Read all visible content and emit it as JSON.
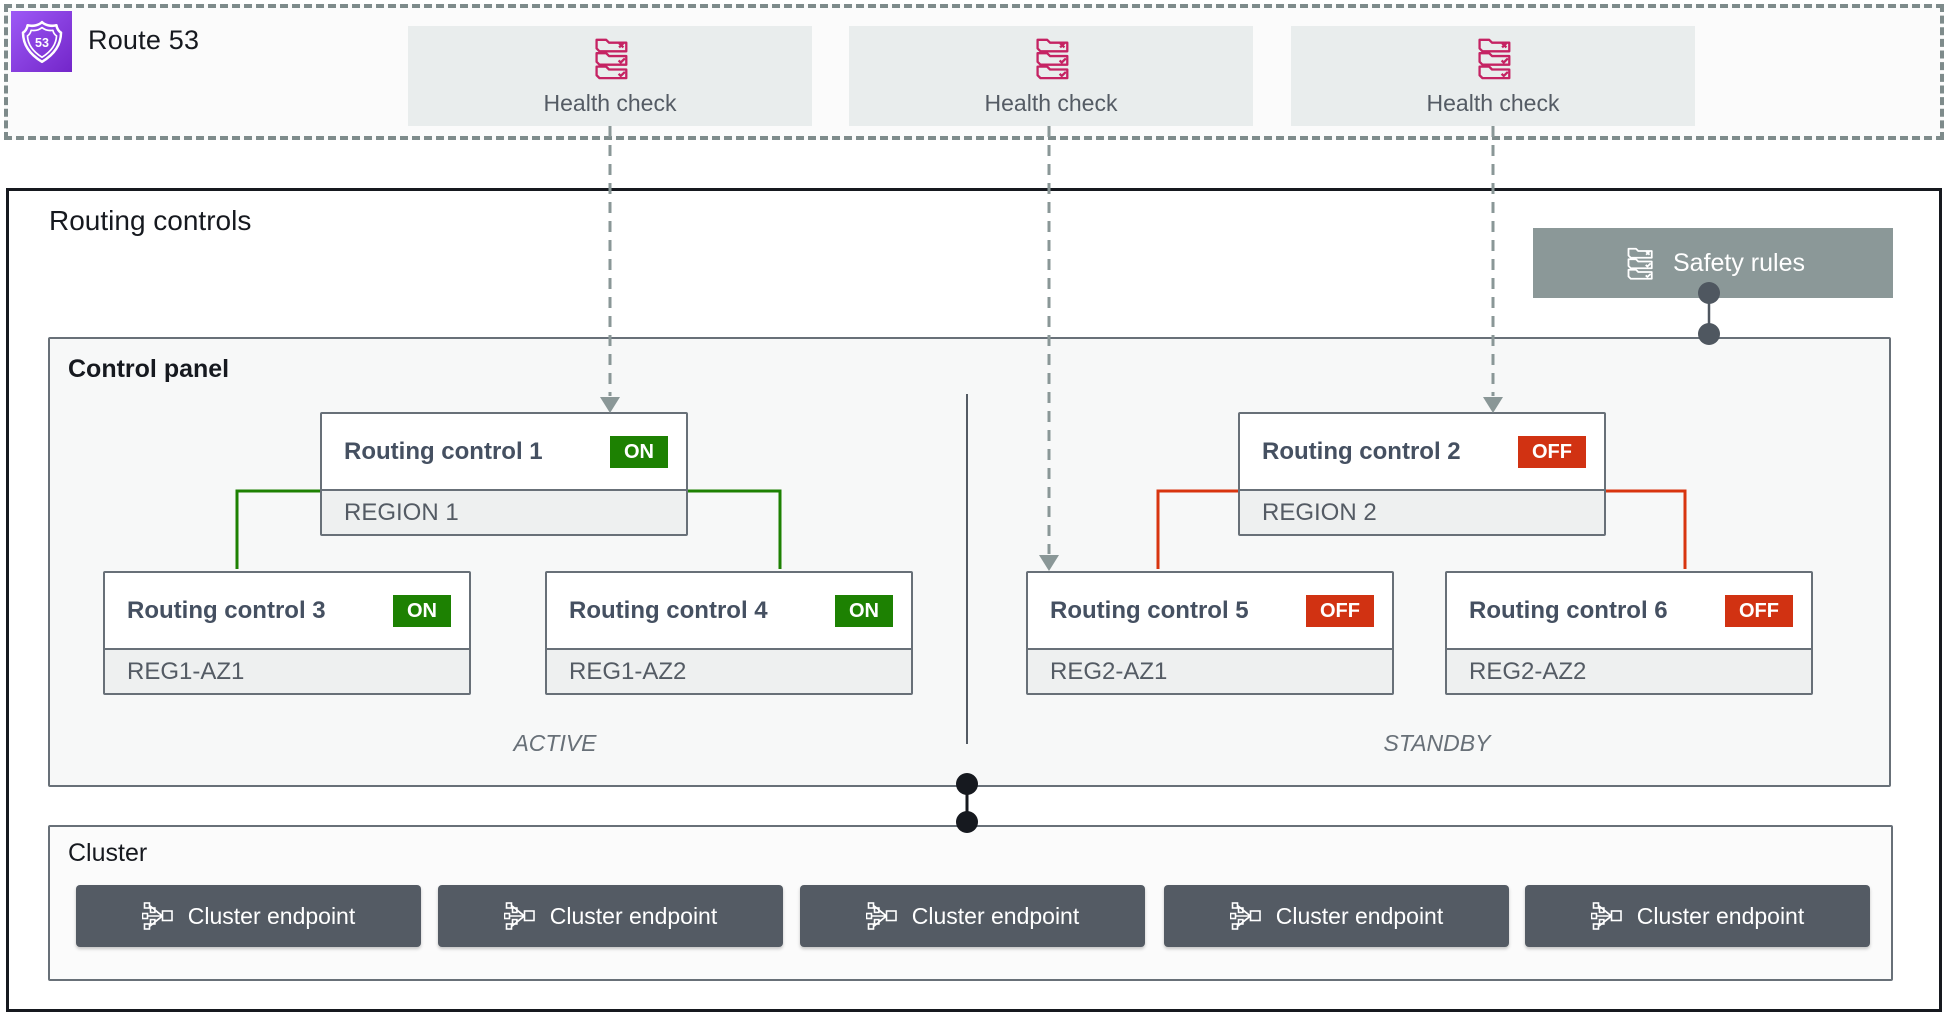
{
  "route53": {
    "label": "Route 53",
    "health_checks": [
      {
        "label": "Health check"
      },
      {
        "label": "Health check"
      },
      {
        "label": "Health check"
      }
    ]
  },
  "routing_controls": {
    "title": "Routing controls",
    "safety_rules": {
      "label": "Safety rules"
    },
    "control_panel": {
      "title": "Control panel",
      "active_label": "ACTIVE",
      "standby_label": "STANDBY",
      "controls": [
        {
          "name": "Routing control 1",
          "state": "ON",
          "zone": "REGION 1"
        },
        {
          "name": "Routing control 2",
          "state": "OFF",
          "zone": "REGION 2"
        },
        {
          "name": "Routing control 3",
          "state": "ON",
          "zone": "REG1-AZ1"
        },
        {
          "name": "Routing control 4",
          "state": "ON",
          "zone": "REG1-AZ2"
        },
        {
          "name": "Routing control 5",
          "state": "OFF",
          "zone": "REG2-AZ1"
        },
        {
          "name": "Routing control 6",
          "state": "OFF",
          "zone": "REG2-AZ2"
        }
      ]
    }
  },
  "cluster": {
    "title": "Cluster",
    "endpoints": [
      "Cluster endpoint",
      "Cluster endpoint",
      "Cluster endpoint",
      "Cluster endpoint",
      "Cluster endpoint"
    ]
  },
  "colors": {
    "on": "#1d8102",
    "off": "#d13212",
    "line_green": "#1d8102",
    "line_red": "#d8350f",
    "health_icon": "#c52363",
    "safety_bg": "#8b9898",
    "endpoint_bg": "#545b64",
    "panel_border": "#687078",
    "outer_border": "#16191f",
    "route53_a": "#9d59f6",
    "route53_b": "#7326c9",
    "arrow": "#8a9797",
    "dot_slate": "#4f5760",
    "dot_dark": "#16191f"
  }
}
